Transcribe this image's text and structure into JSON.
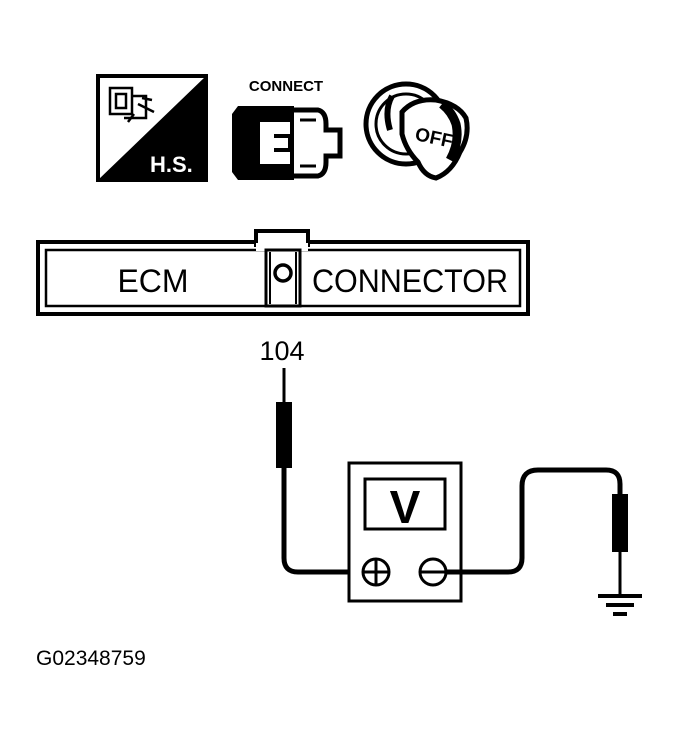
{
  "icons": {
    "harness_label": "H.S.",
    "connect_label": "CONNECT",
    "ignition_label": "OFF"
  },
  "connector": {
    "left_label": "ECM",
    "right_label": "CONNECTOR"
  },
  "probe": {
    "terminal_label": "104"
  },
  "meter": {
    "display_label": "V"
  },
  "figure": {
    "code": "G02348759"
  },
  "colors": {
    "ink": "#000000",
    "paper": "#ffffff"
  }
}
